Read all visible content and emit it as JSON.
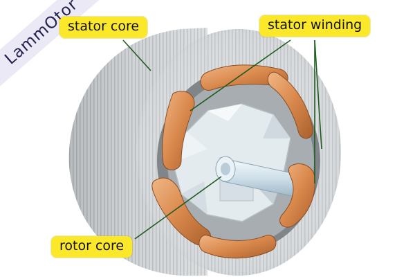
{
  "diagram": {
    "labels": {
      "stator_core": "stator core",
      "stator_winding": "stator winding",
      "rotor_core": "rotor core"
    },
    "watermark": "LammOtor",
    "colors": {
      "label_background": "#fbe82a",
      "leader_line": "#1f5a1f",
      "winding_copper": "#d98b4f",
      "stator_gray": "#c9ccce",
      "rotor_white": "#e8eef2",
      "watermark_band": "#ece9f6"
    }
  }
}
